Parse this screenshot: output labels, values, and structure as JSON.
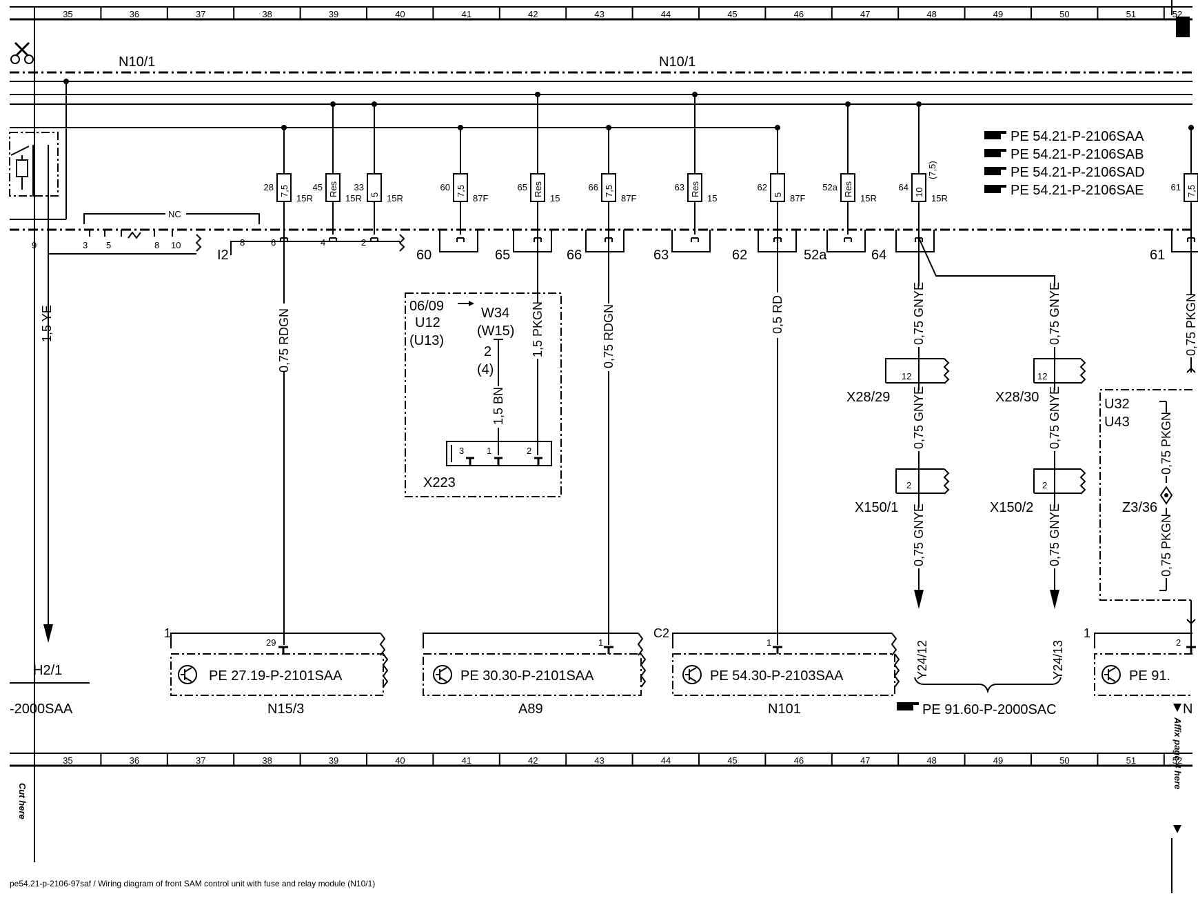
{
  "columns": [
    "35",
    "36",
    "37",
    "38",
    "39",
    "40",
    "41",
    "42",
    "43",
    "44",
    "45",
    "46",
    "47",
    "48",
    "49",
    "50",
    "51",
    "52"
  ],
  "module_label_left": "N10/1",
  "module_label_center": "N10/1",
  "references": [
    "PE 54.21-P-2106SAA",
    "PE 54.21-P-2106SAB",
    "PE 54.21-P-2106SAD",
    "PE 54.21-P-2106SAE"
  ],
  "fuses": [
    {
      "num": "28",
      "value": "7,5",
      "circuit": "15R"
    },
    {
      "num": "45",
      "value": "Res",
      "circuit": "15R"
    },
    {
      "num": "33",
      "value": "5",
      "circuit": "15R"
    },
    {
      "num": "60",
      "value": "7,5",
      "circuit": "87F"
    },
    {
      "num": "65",
      "value": "Res",
      "circuit": "15"
    },
    {
      "num": "66",
      "value": "7,5",
      "circuit": "87F"
    },
    {
      "num": "63",
      "value": "Res",
      "circuit": "15"
    },
    {
      "num": "62",
      "value": "5",
      "circuit": "87F"
    },
    {
      "num": "52a",
      "value": "Res",
      "circuit": "15R"
    },
    {
      "num": "64",
      "value": "10",
      "circuit": "15R",
      "alt": "(7,5)"
    },
    {
      "num": "61",
      "value": "7,5",
      "circuit": ""
    }
  ],
  "connector_labels": {
    "nc": "NC",
    "pins_left": [
      "9",
      "3",
      "5",
      "8",
      "10"
    ],
    "i2": "I2",
    "pins_i2": [
      "8",
      "6",
      "4",
      "2"
    ],
    "groups": [
      "60",
      "65",
      "66",
      "63",
      "62",
      "52a",
      "64",
      "61"
    ]
  },
  "wires": {
    "ye": "1,5 YE",
    "rdgn1": "0,75 RDGN",
    "pkgn15": "1,5 PKGN",
    "bn": "1,5 BN",
    "rdgn2": "0,75 RDGN",
    "rd": "0,5 RD",
    "gnye": "0,75 GNYE",
    "pkgn075": "0,75 PKGN"
  },
  "box_u12": {
    "date": "06/09",
    "u12": "U12",
    "u13": "(U13)",
    "w34": "W34",
    "w15": "(W15)",
    "pin2": "2",
    "pin4": "(4)",
    "x223": "X223",
    "pins": [
      "3",
      "1",
      "2"
    ]
  },
  "connectors": {
    "x28_29": "X28/29",
    "x28_30": "X28/30",
    "x150_1": "X150/1",
    "x150_2": "X150/2",
    "pin12": "12",
    "pin2": "2"
  },
  "box_u32": {
    "u32": "U32",
    "u43": "U43",
    "z3": "Z3/36"
  },
  "bottom": {
    "h2": "H2/1",
    "left_ref": "-2000SAA",
    "n15_ref": "PE 27.19-P-2101SAA",
    "n15": "N15/3",
    "n15_pin": "29",
    "n15_one": "1",
    "a89_ref": "PE 30.30-P-2101SAA",
    "a89": "A89",
    "a89_pin": "1",
    "c2": "C2",
    "n101_ref": "PE 54.30-P-2103SAA",
    "n101": "N101",
    "n101_pin": "1",
    "y24_12": "Y24/12",
    "y24_13": "Y24/13",
    "y_ref": "PE 91.60-P-2000SAC",
    "right_ref": "PE 91.",
    "right_one": "1",
    "right_pin": "2",
    "right_cut": "N",
    "affix": "Affix page 4 here"
  },
  "cut_here": "Cut here",
  "footer": "pe54.21-p-2106-97saf / Wiring diagram of front SAM control unit with fuse and relay module (N10/1)"
}
